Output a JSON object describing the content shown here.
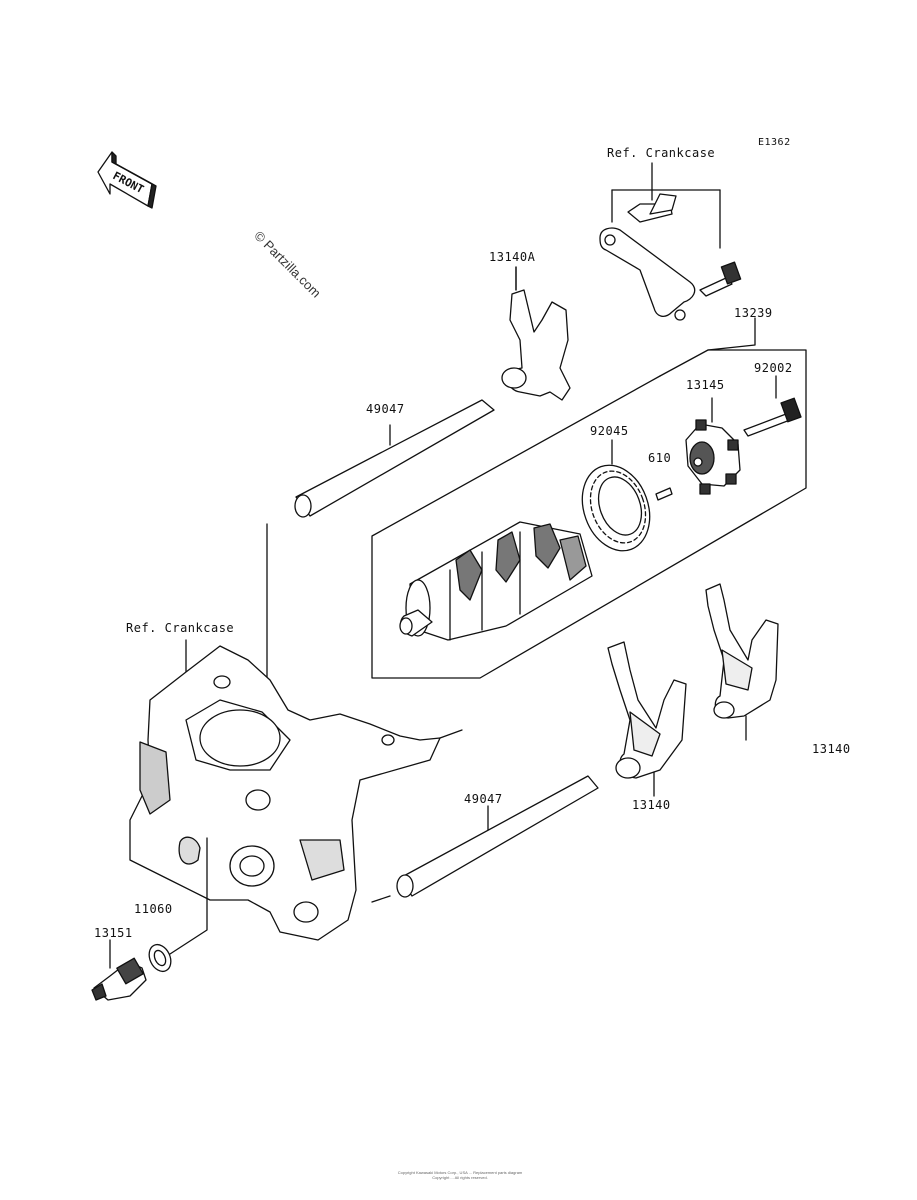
{
  "diagram_code": "E1362",
  "watermark": "© Partzilla.com",
  "front_label": "FRONT",
  "callouts": {
    "ref_crankcase_top": "Ref. Crankcase",
    "ref_crankcase_left": "Ref. Crankcase",
    "p13140A": "13140A",
    "p13239": "13239",
    "p92002": "92002",
    "p13145": "13145",
    "p92045": "92045",
    "p610": "610",
    "p49047_upper": "49047",
    "p49047_lower": "49047",
    "p13140_center": "13140",
    "p13140_right": "13140",
    "p11060": "11060",
    "p13151": "13151"
  },
  "footer_lines": [
    "Copyright Kawasaki Motors Corp., USA ... Replacement parts diagram",
    "Copyright ... All rights reserved."
  ]
}
